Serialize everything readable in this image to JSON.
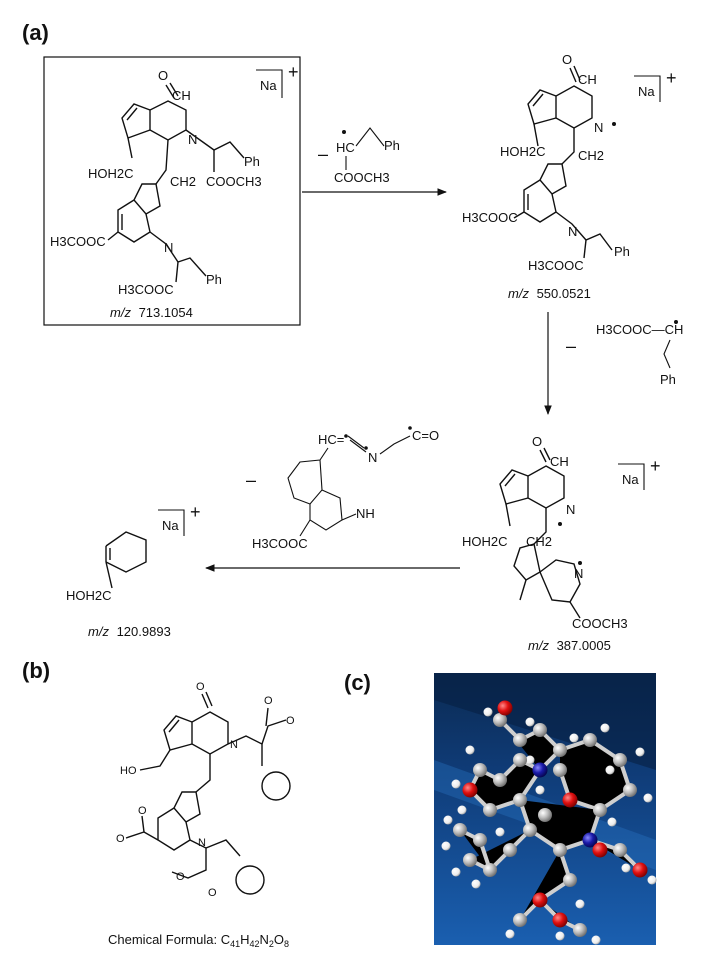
{
  "panels": {
    "a": "(a)",
    "b": "(b)",
    "c": "(c)"
  },
  "adduct": {
    "ion": "Na",
    "charge": "+"
  },
  "loss_sign": "–",
  "atoms": {
    "O": "O",
    "N": "N",
    "NH": "NH",
    "CH": "CH",
    "HC": "HC",
    "CH2": "CH2",
    "Ph": "Ph",
    "HOH2C": "HOH2C",
    "HO": "HO",
    "COOCH3": "COOCH3",
    "H3COOC": "H3COOC",
    "H3COOC_CH": "H3COOC—CH",
    "C_O": "C=O",
    "HC_eq": "HC="
  },
  "species": [
    {
      "mz_prefix": "m/z",
      "mz_value": "713.1054"
    },
    {
      "mz_prefix": "m/z",
      "mz_value": "550.0521"
    },
    {
      "mz_prefix": "m/z",
      "mz_value": "387.0005"
    },
    {
      "mz_prefix": "m/z",
      "mz_value": "120.9893"
    }
  ],
  "formula": {
    "prefix": "Chemical Formula: ",
    "parts": [
      "C",
      "41",
      "H",
      "42",
      "N",
      "2",
      "O",
      "8"
    ]
  },
  "model_3d": {
    "bg_top": "#0b2a52",
    "bg_bottom": "#1a5fb0",
    "carbon": "#b8b8b8",
    "oxygen": "#e01010",
    "nitrogen": "#1a1aa8",
    "hydrogen": "#f2f2f2"
  }
}
